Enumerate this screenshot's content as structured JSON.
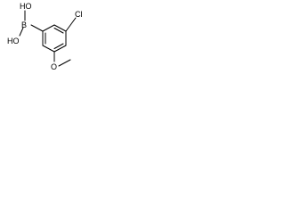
{
  "structure": {
    "atoms": {
      "boron": "B",
      "hydroxyl_top": "HO",
      "hydroxyl_bottom": "HO",
      "chlorine": "Cl",
      "oxygen": "O"
    }
  },
  "colors": {
    "background": "#ffffff",
    "ink": "#000000"
  }
}
